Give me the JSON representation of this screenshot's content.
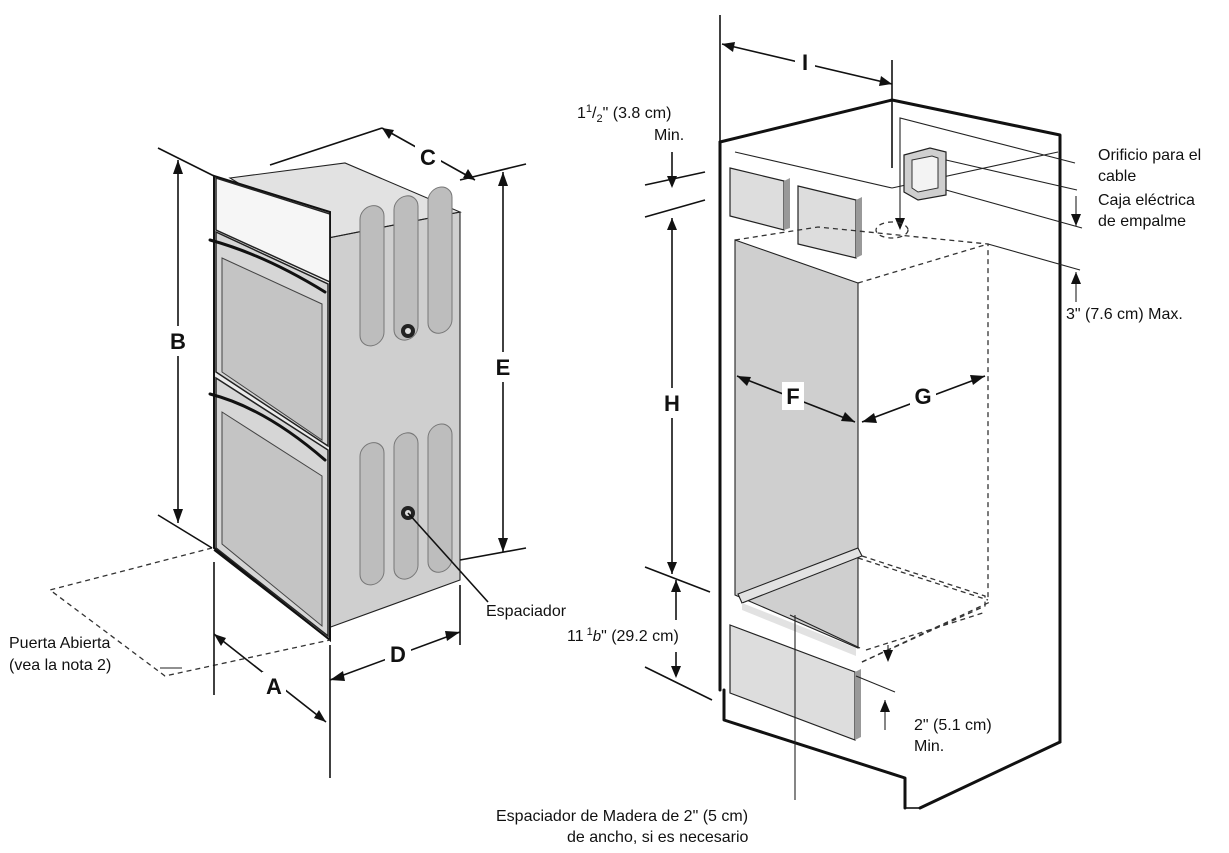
{
  "oven_diagram": {
    "dimension_letters": {
      "a": "A",
      "b": "B",
      "c": "C",
      "d": "D",
      "e": "E"
    },
    "spacer_label": "Espaciador",
    "door_open_line1": "Puerta Abierta",
    "door_open_line2": "(vea la nota 2)"
  },
  "cabinet_diagram": {
    "dimension_letters": {
      "f": "F",
      "g": "G",
      "h": "H",
      "i": "I"
    },
    "top_clearance_whole": "1",
    "top_clearance_num": "1",
    "top_clearance_den": "2",
    "top_clearance_rest": "\" (3.8 cm)",
    "top_clearance_min": "Min.",
    "cable_hole_line1": "Orificio para el",
    "cable_hole_line2": "cable",
    "junction_box_line1": "Caja eléctrica",
    "junction_box_line2": "de empalme",
    "max_clearance": "3\" (7.6 cm) Max.",
    "bottom_height_whole": "11",
    "bottom_height_frac": "1",
    "bottom_height_sep": "b",
    "bottom_height_rest": "\" (29.2 cm)",
    "bottom_clearance": "2\" (5.1 cm)",
    "bottom_clearance_min": "Min.",
    "wood_spacer_line1": "Espaciador de Madera de 2\" (5 cm)",
    "wood_spacer_line2": "de ancho, si es necesario"
  }
}
